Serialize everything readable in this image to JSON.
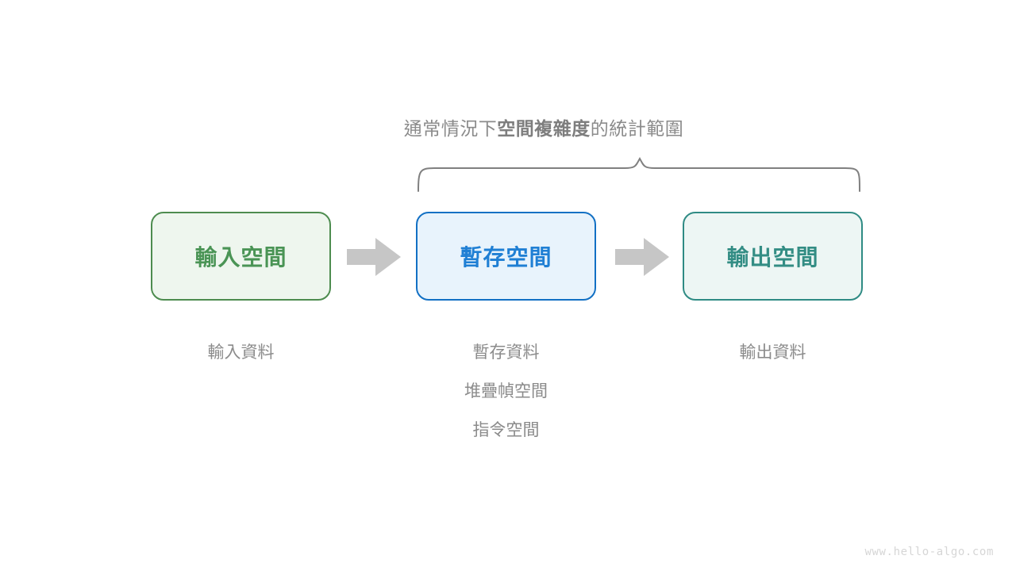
{
  "page": {
    "background": "#ffffff",
    "watermark": "www.hello-algo.com"
  },
  "annotation": {
    "caption_prefix": "通常情況下",
    "caption_strong": "空間複雜度",
    "caption_suffix": "的統計範圍",
    "brace_color": "#808080",
    "text_color": "#8b8b8b"
  },
  "flow": {
    "boxes": [
      {
        "id": "input-space",
        "label": "輸入空間",
        "border_color": "#4d8c4f",
        "fill_color": "#eef6ee",
        "text_color": "#4a9455"
      },
      {
        "id": "temp-space",
        "label": "暫存空間",
        "border_color": "#1270c4",
        "fill_color": "#e8f3fc",
        "text_color": "#1f7fd4"
      },
      {
        "id": "output-space",
        "label": "輸出空間",
        "border_color": "#2f8b84",
        "fill_color": "#edf6f4",
        "text_color": "#338d84"
      }
    ],
    "arrows": [
      {
        "id": "arrow-input-to-temp",
        "color": "#c6c6c6"
      },
      {
        "id": "arrow-temp-to-output",
        "color": "#c6c6c6"
      }
    ],
    "captions": [
      {
        "id": "input-caption",
        "lines": [
          "輸入資料"
        ]
      },
      {
        "id": "temp-caption",
        "lines": [
          "暫存資料",
          "堆疊幀空間",
          "指令空間"
        ]
      },
      {
        "id": "output-caption",
        "lines": [
          "輸出資料"
        ]
      }
    ]
  }
}
